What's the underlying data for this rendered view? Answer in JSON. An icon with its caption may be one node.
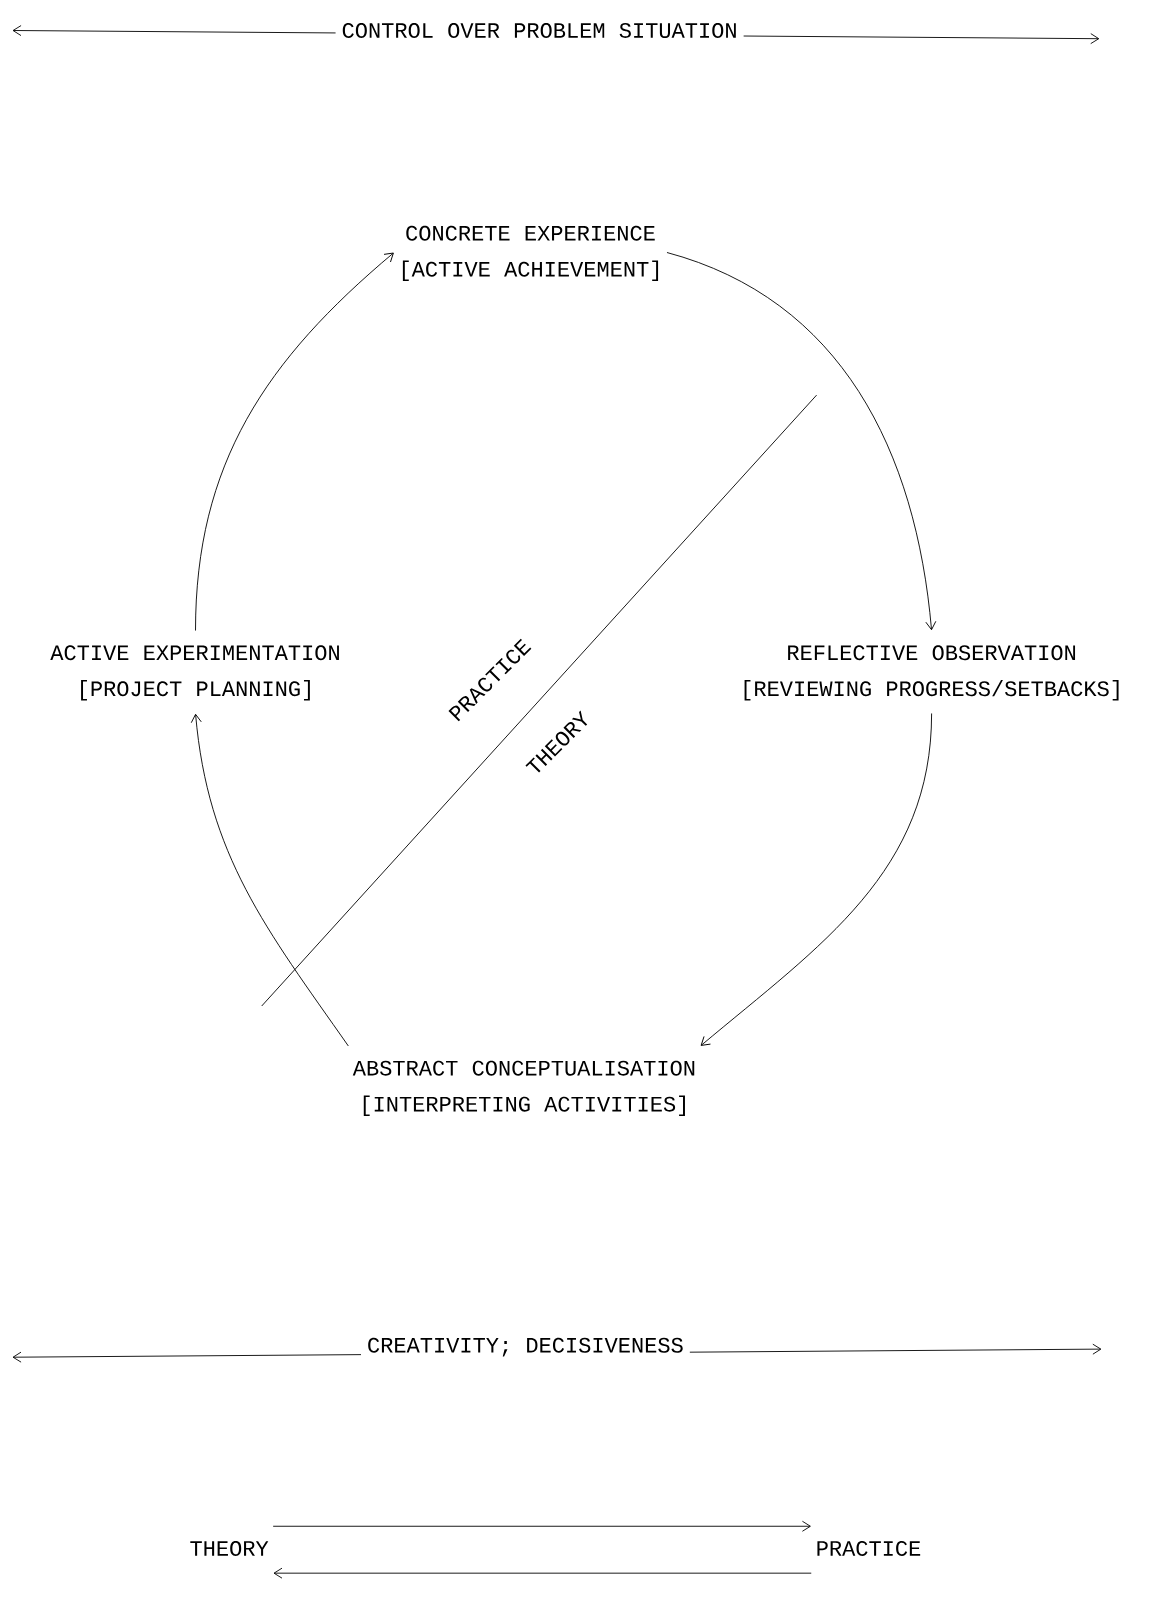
{
  "diagram": {
    "nodes": [
      {
        "text": [
          "CONCRETE EXPERIENCE",
          "[ACTIVE ACHIEVEMENT]"
        ]
      },
      {
        "text": [
          "REFLECTIVE OBSERVATION",
          "[REVIEWING PROGRESS/SETBACKS]"
        ]
      },
      {
        "text": [
          "ABSTRACT CONCEPTUALISATION",
          "[INTERPRETING ACTIVITIES]"
        ]
      },
      {
        "text": [
          "ACTIVE EXPERIMENTATION",
          "[PROJECT PLANNING]"
        ]
      },
      {
        "text": [
          "THEORY"
        ]
      },
      {
        "text": [
          "PRACTICE"
        ]
      }
    ],
    "edges": [
      {
        "from": 0,
        "to": 1,
        "arrow": "to"
      },
      {
        "from": 1,
        "to": 2,
        "arrow": "to"
      },
      {
        "from": 2,
        "to": 3,
        "arrow": "to"
      },
      {
        "from": 3,
        "to": 0,
        "arrow": "to"
      },
      {
        "from": 4,
        "to": 5,
        "arrow": "to"
      },
      {
        "from": 5,
        "to": 4,
        "arrow": "to"
      }
    ],
    "labels": [
      "CONTROL OVER PROBLEM SITUATION",
      "PRACTICE",
      "THEORY",
      "CREATIVITY; DECISIVENESS"
    ]
  }
}
